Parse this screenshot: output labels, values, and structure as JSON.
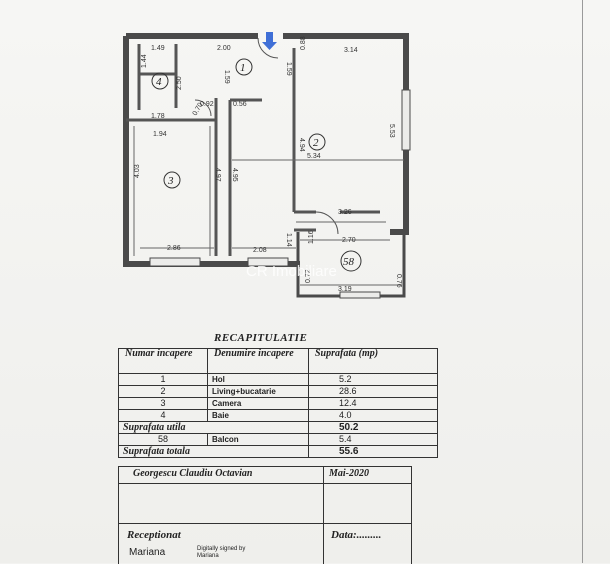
{
  "plan": {
    "room_numbers": [
      "1",
      "2",
      "3",
      "4",
      "58"
    ],
    "dimensions": [
      "1.49",
      "2.00",
      "3.14",
      "1.44",
      "2.50",
      "1.59",
      "1.59",
      "0.88",
      "0.92",
      "0.56",
      "1.78",
      "1.94",
      "4.94",
      "5.53",
      "5.34",
      "4.03",
      "4.97",
      "4.95",
      "3.26",
      "2.86",
      "2.08",
      "1.14",
      "1.16",
      "2.70",
      "0.72",
      "0.76",
      "3.19",
      "0.70"
    ],
    "watermark": "CR Imobiliare"
  },
  "recap": {
    "title": "RECAPITULATIE",
    "headers": [
      "Numar incapere",
      "Denumire incapere",
      "Suprafata (mp)"
    ],
    "rows": [
      {
        "no": "1",
        "name": "Hol",
        "area": "5.2"
      },
      {
        "no": "2",
        "name": "Living+bucatarie",
        "area": "28.6"
      },
      {
        "no": "3",
        "name": "Camera",
        "area": "12.4"
      },
      {
        "no": "4",
        "name": "Baie",
        "area": "4.0"
      }
    ],
    "useful_label": "Suprafata utila",
    "useful_value": "50.2",
    "balcony": {
      "no": "58",
      "name": "Balcon",
      "area": "5.4"
    },
    "total_label": "Suprafata totala",
    "total_value": "55.6"
  },
  "footer": {
    "author": "Georgescu Claudiu Octavian",
    "date": "Mai-2020",
    "received_label": "Receptionat",
    "data_label": "Data:.........",
    "receiver": "Mariana",
    "signed_note": "Digitally signed by Mariana"
  },
  "colors": {
    "arrow": "#3f6fd6",
    "wall": "#4a4a4a"
  }
}
